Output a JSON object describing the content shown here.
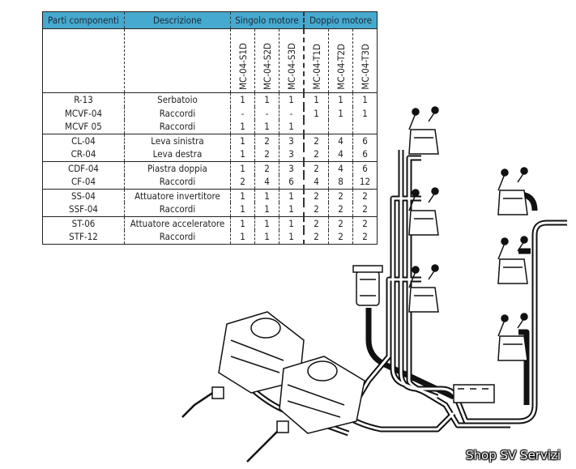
{
  "table": {
    "headers": [
      "Parti componenti",
      "Descrizione",
      "Singolo motore",
      "Doppio motore"
    ],
    "models": [
      "MC-04-S1D",
      "MC-04-S2D",
      "MC-04-S3D",
      "MC-04-T1D",
      "MC-04-T2D",
      "MC-04-T3D"
    ],
    "rows": [
      {
        "part": "R-13",
        "desc": "Serbatoio",
        "q": [
          "1",
          "1",
          "1",
          "1",
          "1",
          "1"
        ]
      },
      {
        "part": "MCVF-04",
        "desc": "Raccordi",
        "q": [
          "-",
          "-",
          "-",
          "1",
          "1",
          "1"
        ]
      },
      {
        "part": "MCVF 05",
        "desc": "Raccordi",
        "q": [
          "1",
          "1",
          "1",
          "",
          "",
          ""
        ]
      },
      {
        "part": "CL-04",
        "desc": "Leva sinistra",
        "q": [
          "1",
          "2",
          "3",
          "2",
          "4",
          "6"
        ]
      },
      {
        "part": "CR-04",
        "desc": "Leva destra",
        "q": [
          "1",
          "2",
          "3",
          "2",
          "4",
          "6"
        ]
      },
      {
        "part": "CDF-04",
        "desc": "Piastra doppia",
        "q": [
          "1",
          "2",
          "3",
          "2",
          "4",
          "6"
        ]
      },
      {
        "part": "CF-04",
        "desc": "Raccordi",
        "q": [
          "2",
          "4",
          "6",
          "4",
          "8",
          "12"
        ]
      },
      {
        "part": "SS-04",
        "desc": "Attuatore invertitore",
        "q": [
          "1",
          "1",
          "1",
          "2",
          "2",
          "2"
        ]
      },
      {
        "part": "SSF-04",
        "desc": "Raccordi",
        "q": [
          "1",
          "1",
          "1",
          "2",
          "2",
          "2"
        ]
      },
      {
        "part": "ST-06",
        "desc": "Attuatore acceleratore",
        "q": [
          "1",
          "1",
          "1",
          "2",
          "2",
          "2"
        ]
      },
      {
        "part": "STF-12",
        "desc": "Raccordi",
        "q": [
          "1",
          "1",
          "1",
          "2",
          "2",
          "2"
        ]
      }
    ]
  },
  "watermark": "Shop SV Servizi",
  "colors": {
    "header_bg": "#46a9cf"
  }
}
